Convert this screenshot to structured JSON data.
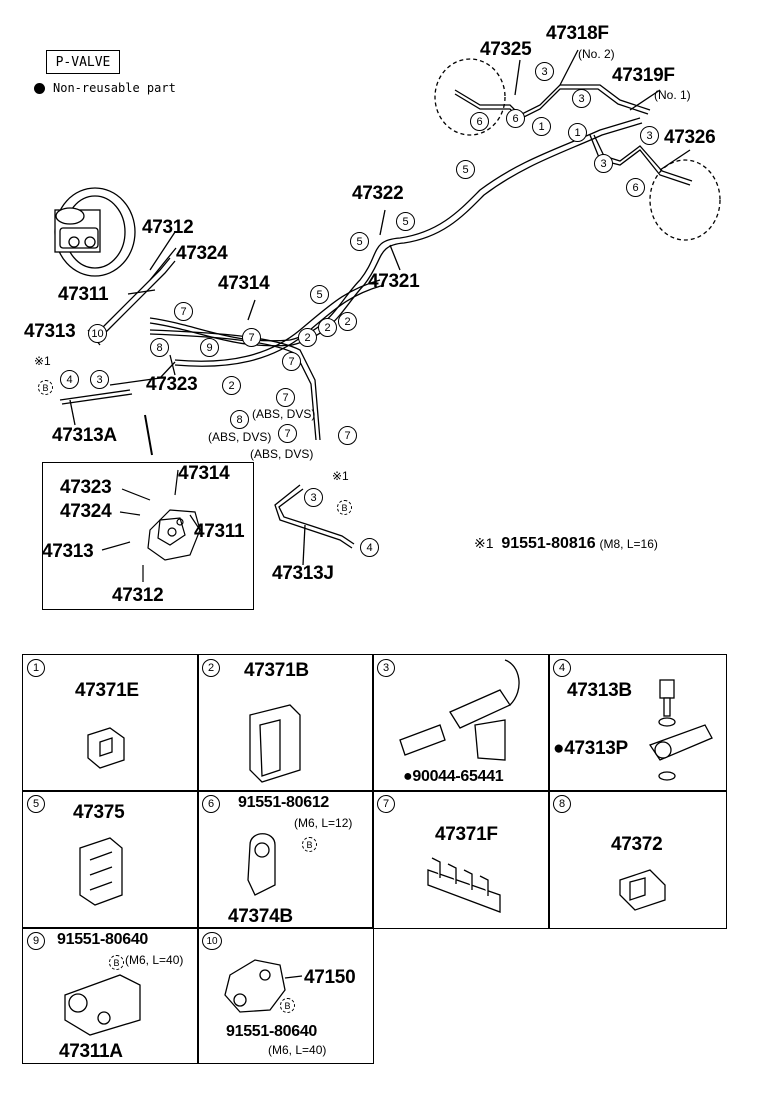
{
  "legend": {
    "pvalve_box": "P-VALVE",
    "non_reusable": "Non-reusable part"
  },
  "footnote": {
    "marker": "※1",
    "part": "91551-80816",
    "spec": "(M8, L=16)"
  },
  "main_labels": {
    "p47325": "47325",
    "p47318f": "47318F",
    "p47318f_note": "(No. 2)",
    "p47319f": "47319F",
    "p47319f_note": "(No. 1)",
    "p47326": "47326",
    "p47322": "47322",
    "p47321": "47321",
    "p47312": "47312",
    "p47324": "47324",
    "p47311": "47311",
    "p47314": "47314",
    "p47313": "47313",
    "p47323": "47323",
    "p47313a": "47313A",
    "p47313j": "47313J",
    "mark1": "※1",
    "mark1b": "※1",
    "abs1": "(ABS, DVS)",
    "abs2": "(ABS, DVS)",
    "abs3": "(ABS, DVS)"
  },
  "inset_labels": {
    "p47323": "47323",
    "p47314": "47314",
    "p47324": "47324",
    "p47311": "47311",
    "p47313": "47313",
    "p47312": "47312"
  },
  "callouts": [
    "1",
    "2",
    "3",
    "4",
    "5",
    "6",
    "7",
    "8",
    "9",
    "10"
  ],
  "bolt_marker": "B",
  "grid": {
    "c1": {
      "num": "1",
      "part": "47371E"
    },
    "c2": {
      "num": "2",
      "part": "47371B"
    },
    "c3": {
      "num": "3",
      "part_nonreusable": "90044-65441"
    },
    "c4": {
      "num": "4",
      "part_a": "47313B",
      "part_b": "47313P"
    },
    "c5": {
      "num": "5",
      "part": "47375"
    },
    "c6": {
      "num": "6",
      "bolt": "91551-80612",
      "spec": "(M6, L=12)",
      "part": "47374B"
    },
    "c7": {
      "num": "7",
      "part": "47371F"
    },
    "c8": {
      "num": "8",
      "part": "47372"
    },
    "c9": {
      "num": "9",
      "bolt": "91551-80640",
      "spec": "(M6, L=40)",
      "part": "47311A"
    },
    "c10": {
      "num": "10",
      "part": "47150",
      "bolt": "91551-80640",
      "spec": "(M6, L=40)"
    }
  }
}
